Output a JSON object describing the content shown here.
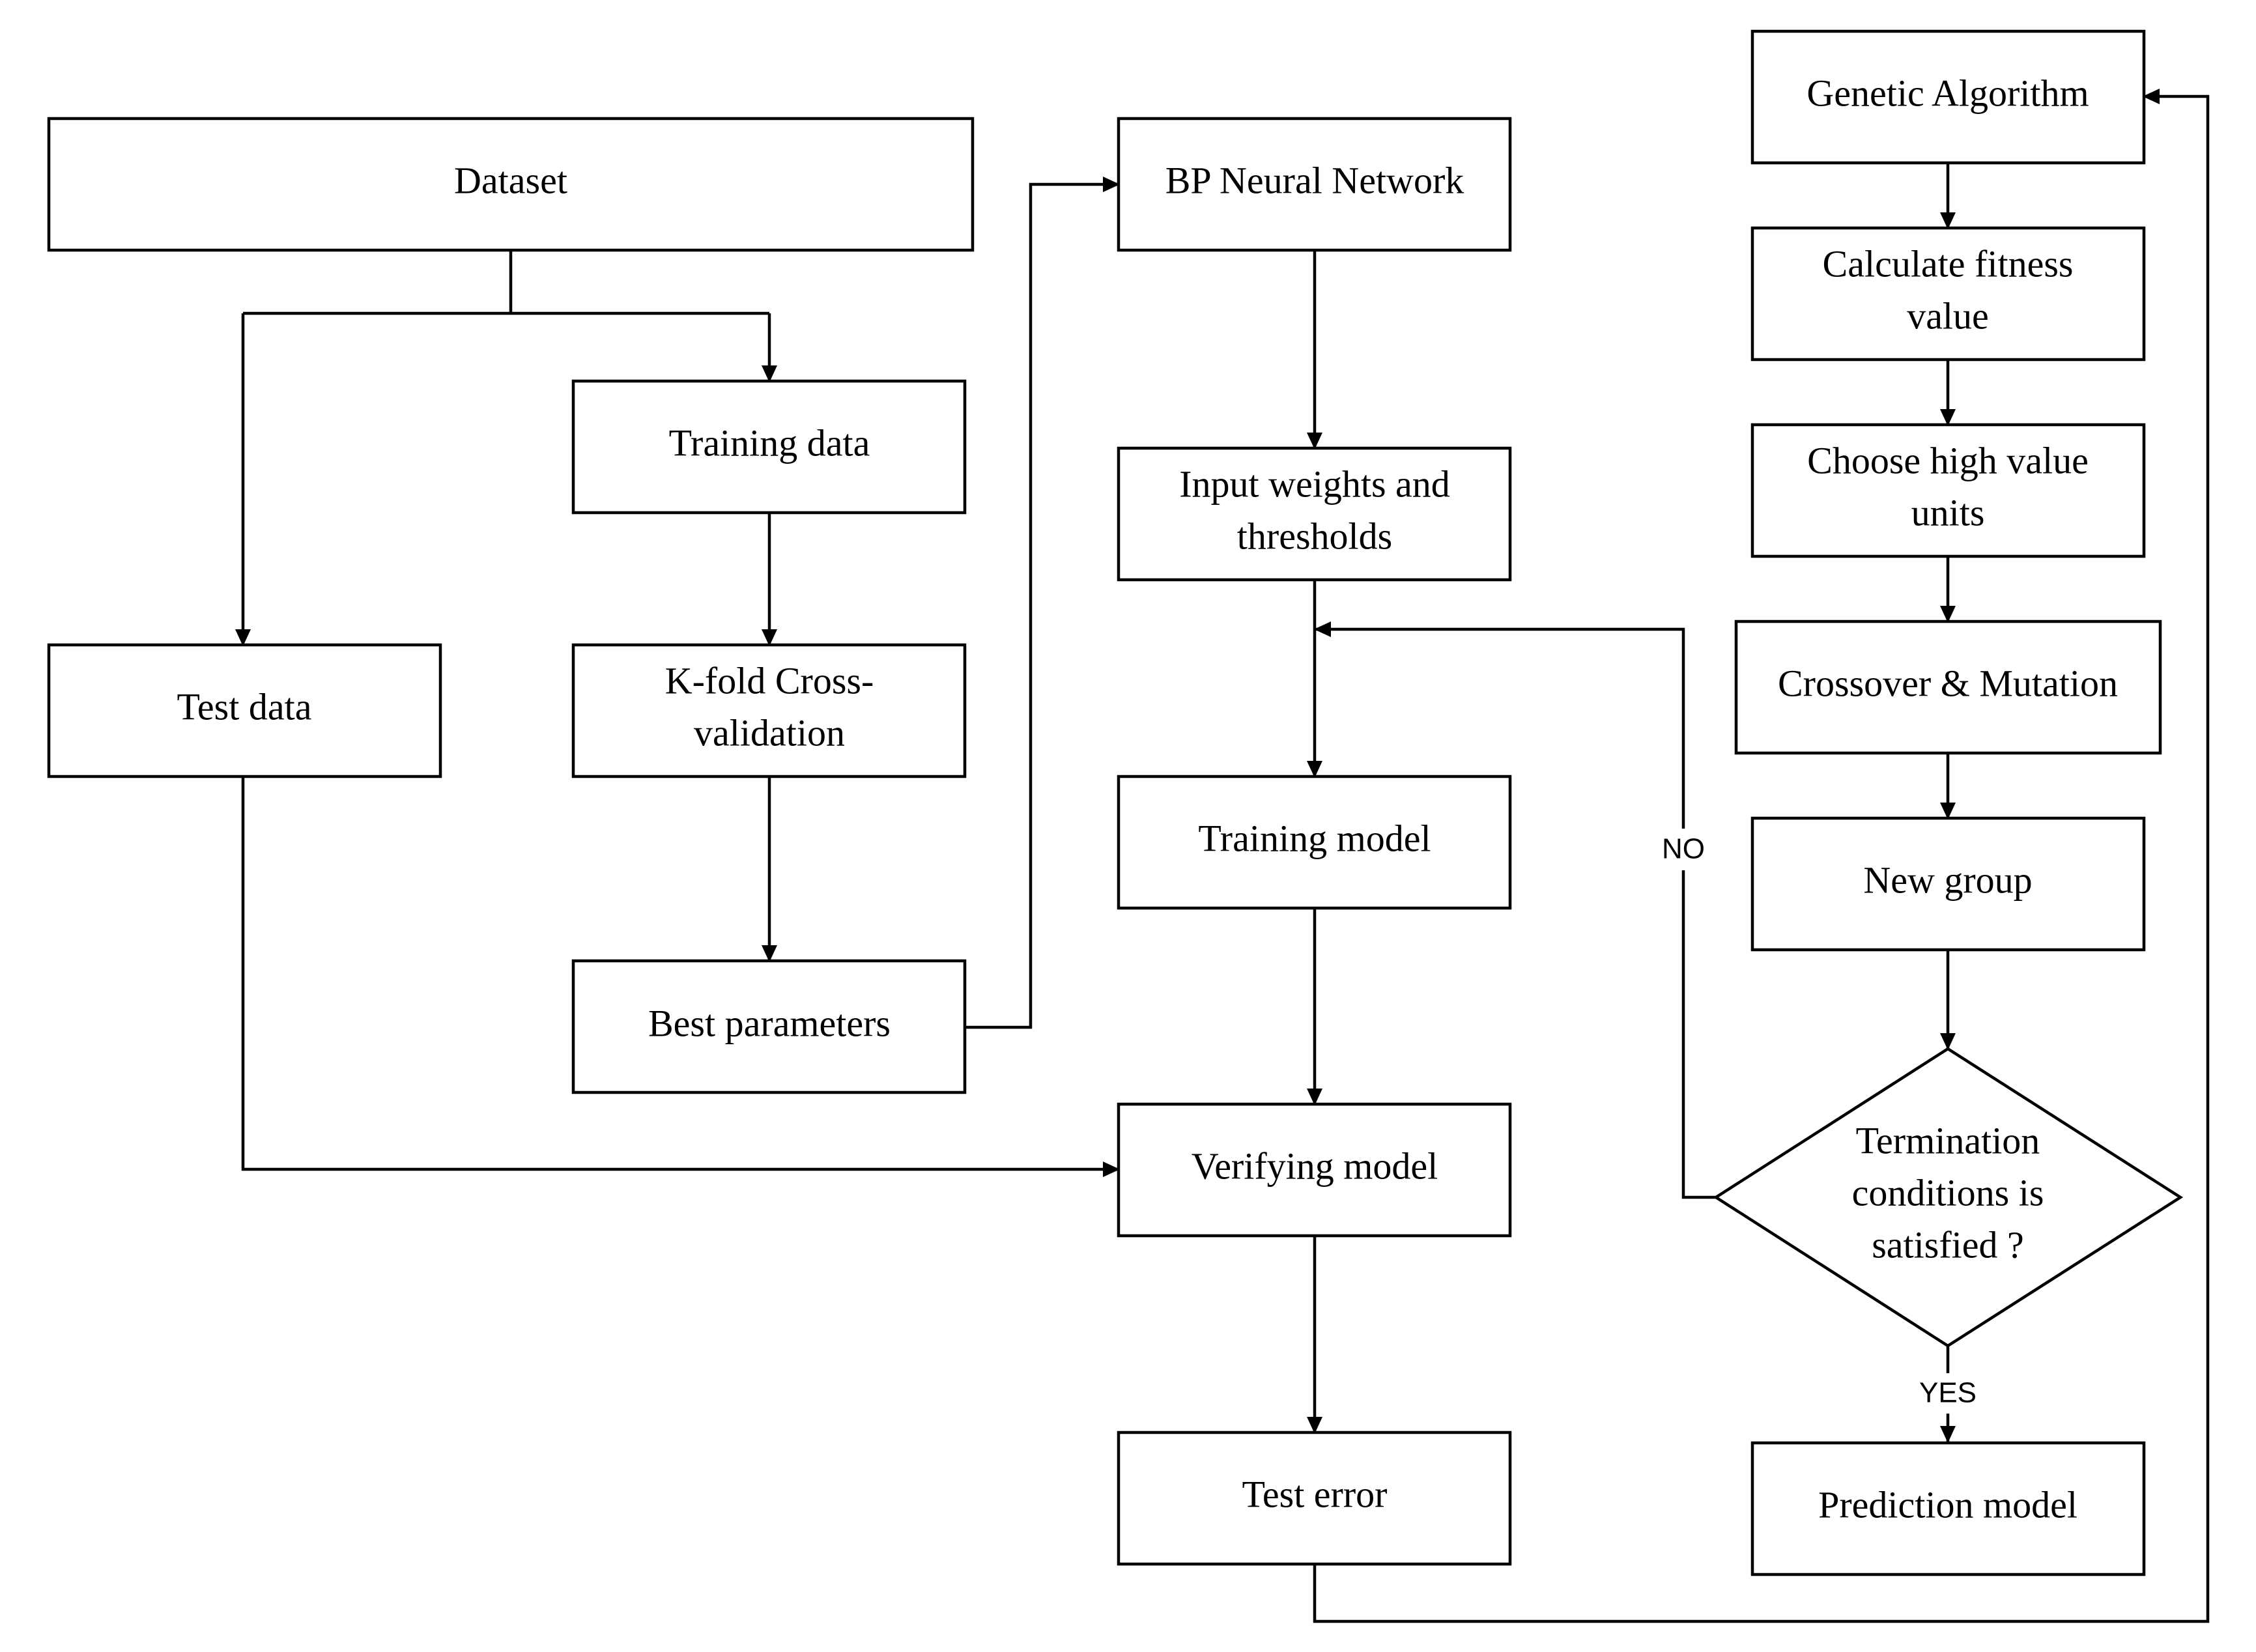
{
  "nodes": {
    "dataset": "Dataset",
    "training_data": "Training data",
    "test_data": "Test data",
    "k_fold_line1": "K-fold Cross-",
    "k_fold_line2": "validation",
    "best_parameters": "Best parameters",
    "bp_neural_network": "BP Neural Network",
    "input_weights_line1": "Input weights and",
    "input_weights_line2": "thresholds",
    "training_model": "Training model",
    "verifying_model": "Verifying model",
    "test_error": "Test error",
    "genetic_algorithm": "Genetic Algorithm",
    "calc_fitness_line1": "Calculate fitness",
    "calc_fitness_line2": "value",
    "choose_units_line1": "Choose high value",
    "choose_units_line2": "units",
    "crossover_mutation": "Crossover & Mutation",
    "new_group": "New group",
    "termination_line1": "Termination",
    "termination_line2": "conditions is",
    "termination_line3": "satisfied ?",
    "prediction_model": "Prediction model"
  },
  "edge_labels": {
    "no": "NO",
    "yes": "YES"
  }
}
